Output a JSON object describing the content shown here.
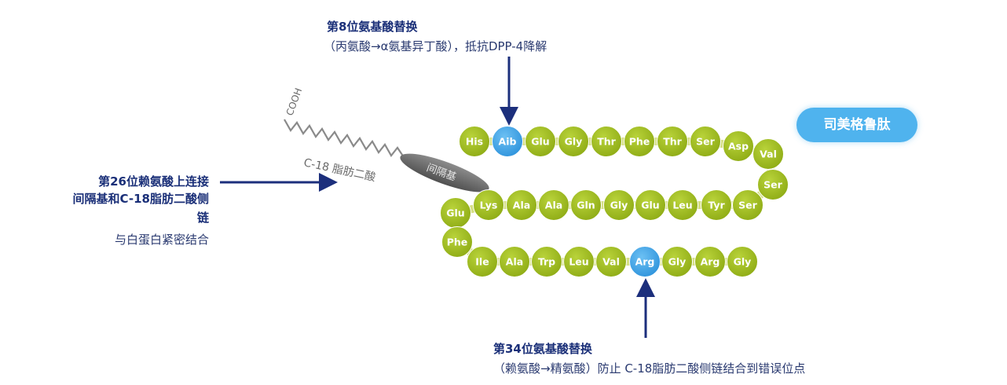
{
  "drug_name": "司美格鲁肽",
  "annotations": {
    "top": {
      "title": "第8位氨基酸替换",
      "desc": "（丙氨酸→α氨基异丁酸），抵抗DPP-4降解"
    },
    "left": {
      "line1": "第26位赖氨酸上连接",
      "line2": "间隔基和C-18脂肪二酸侧",
      "line3": "链",
      "line4": "与白蛋白紧密结合"
    },
    "bottom": {
      "title": "第34位氨基酸替换",
      "desc": "（赖氨酸→精氨酸）防止 C-18脂肪二酸侧链结合到错误位点"
    }
  },
  "side_chain": {
    "cooh_label": "COOH",
    "fatty_label": "C-18 脂肪二酸",
    "spacer_label": "间隔基"
  },
  "residues": [
    {
      "label": "His",
      "highlight": false
    },
    {
      "label": "Aib",
      "highlight": true
    },
    {
      "label": "Glu",
      "highlight": false
    },
    {
      "label": "Gly",
      "highlight": false
    },
    {
      "label": "Thr",
      "highlight": false
    },
    {
      "label": "Phe",
      "highlight": false
    },
    {
      "label": "Thr",
      "highlight": false
    },
    {
      "label": "Ser",
      "highlight": false
    },
    {
      "label": "Asp",
      "highlight": false
    },
    {
      "label": "Val",
      "highlight": false
    },
    {
      "label": "Ser",
      "highlight": false
    },
    {
      "label": "Ser",
      "highlight": false
    },
    {
      "label": "Tyr",
      "highlight": false
    },
    {
      "label": "Leu",
      "highlight": false
    },
    {
      "label": "Glu",
      "highlight": false
    },
    {
      "label": "Gly",
      "highlight": false
    },
    {
      "label": "Gln",
      "highlight": false
    },
    {
      "label": "Ala",
      "highlight": false
    },
    {
      "label": "Ala",
      "highlight": false
    },
    {
      "label": "Lys",
      "highlight": false
    },
    {
      "label": "Glu",
      "highlight": false
    },
    {
      "label": "Phe",
      "highlight": false
    },
    {
      "label": "Ile",
      "highlight": false
    },
    {
      "label": "Ala",
      "highlight": false
    },
    {
      "label": "Trp",
      "highlight": false
    },
    {
      "label": "Leu",
      "highlight": false
    },
    {
      "label": "Val",
      "highlight": false
    },
    {
      "label": "Arg",
      "highlight": true
    },
    {
      "label": "Gly",
      "highlight": false
    },
    {
      "label": "Arg",
      "highlight": false
    },
    {
      "label": "Gly",
      "highlight": false
    }
  ],
  "colors": {
    "residue": "#9cbb1f",
    "residue_highlight": "#3fa6ea",
    "chain_link": "#d5df86",
    "arrow": "#1c2f7c",
    "badge": "#4fb3ee",
    "spacer": "#6b6b6b",
    "zigzag": "#8a8a8a"
  }
}
